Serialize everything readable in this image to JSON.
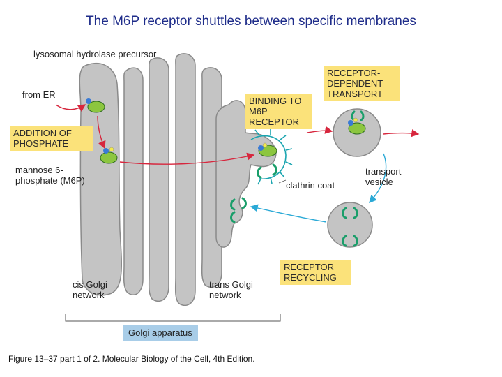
{
  "title": "The M6P receptor shuttles between specific membranes",
  "labels": {
    "lysosomal_hydrolase": "lysosomal hydrolase precursor",
    "from_er": "from ER",
    "addition_of_phosphate": "ADDITION OF PHOSPHATE",
    "mannose_6_phosphate": "mannose 6-phosphate (M6P)",
    "binding_to_m6p_receptor": "BINDING TO M6P RECEPTOR",
    "receptor_dependent_transport": "RECEPTOR-DEPENDENT TRANSPORT",
    "transport_vesicle": "transport vesicle",
    "clathrin_coat": "clathrin coat",
    "receptor_recycling": "RECEPTOR RECYCLING",
    "cis_golgi_network": "cis Golgi network",
    "trans_golgi_network": "trans Golgi network",
    "golgi_apparatus": "Golgi apparatus"
  },
  "caption": "Figure 13–37 part 1 of 2. Molecular Biology of the Cell, 4th Edition.",
  "colors": {
    "membrane_fill": "#c4c4c4",
    "membrane_stroke": "#8a8a8a",
    "hydrolase": "#8cc63f",
    "receptor": "#1a9e6a",
    "phosphate": "#f2e94e",
    "sugar": "#3a7bd5",
    "clathrin": "#1aa5b0",
    "forward_arrow": "#d7263d",
    "recycle_arrow": "#2aa9d6",
    "title": "#1f2d8a"
  }
}
